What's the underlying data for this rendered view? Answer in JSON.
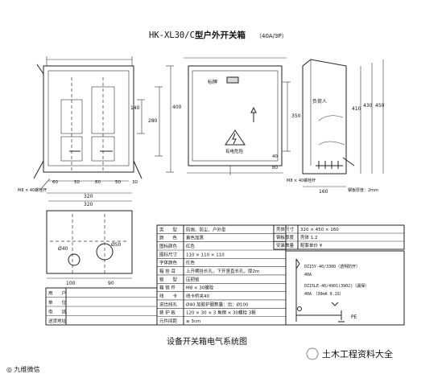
{
  "title": {
    "model": "HK-XL30/C",
    "name": "型户外开关箱",
    "spec": "（40A/3P）"
  },
  "dims_front": {
    "width": "320",
    "height": "400",
    "inner_h": "140",
    "inner_v": "280",
    "gap1": "60",
    "gap2": "50",
    "gap3": "60",
    "gap4": "50",
    "side": "30",
    "bolt": "M8 × 40螺栓杆"
  },
  "dims_mid": {
    "label_sign": "标牌",
    "label_lock": "有电危险",
    "d1": "350",
    "d2": "40",
    "d3": "80"
  },
  "dims_side": {
    "label_load": "负荷人",
    "label_bolt": "M8 × 40螺栓杆",
    "label_wall": "钢板厚度：2mm",
    "h1": "410",
    "h2": "430",
    "h3": "450",
    "w": "160"
  },
  "dims_bottom": {
    "w": "320",
    "hole1": "Ø40",
    "hole2": "Ø50",
    "left": "100",
    "right": "90"
  },
  "spec_table": {
    "rows": [
      {
        "k": "类　　型",
        "v": "防雨、防尘、户外型"
      },
      {
        "k": "颜　　色",
        "v": "黄色加黑"
      },
      {
        "k": "图标颜色",
        "v": "红色"
      },
      {
        "k": "图标尺寸",
        "v": "110 × 110 × 110"
      },
      {
        "k": "字体颜色",
        "v": "红色"
      },
      {
        "k": "箱 挂 耳",
        "v": "上开横挂长孔，下开竖直长孔，厚2m"
      },
      {
        "k": "锁　　型",
        "v": "压把锁"
      },
      {
        "k": "箱 锁 件",
        "v": "M8 × 30螺栓"
      },
      {
        "k": "线　　卡",
        "v": "线卡桥夹40"
      },
      {
        "k": "进出线孔",
        "v": "Ø40 加胶护圈数量：出：Ø100"
      },
      {
        "k": "装 护 板",
        "v": "120 × 30 × 3 角钢 × 30螺栓 3根"
      },
      {
        "k": "元件间距",
        "v": "≥ 3cm"
      }
    ],
    "extra_left": [
      {
        "k": "用　　户",
        "v": ""
      },
      {
        "k": "单　　位",
        "v": ""
      },
      {
        "k": "电　　话",
        "v": ""
      },
      {
        "k": "送货地址",
        "v": ""
      }
    ],
    "right_rows": [
      {
        "k": "壳体尺寸",
        "v": "320 × 450 × 160"
      },
      {
        "k": "钢板厚度",
        "v": "壳体 1.2"
      },
      {
        "k": "安装数量",
        "v": "配套单价 ¥"
      }
    ]
  },
  "schematic": {
    "line1": "DZ15Y-40/3300（透明防开）",
    "line2": "40A",
    "line3": "DZ15LE-40/4901(3902)（漏保）",
    "line4": "40A　（30mA 0.1S）",
    "pe": "PE"
  },
  "caption": "设备开关箱电气系统图",
  "watermark_left": "◎ 九维微信",
  "watermark_right": "土木工程资料大全"
}
